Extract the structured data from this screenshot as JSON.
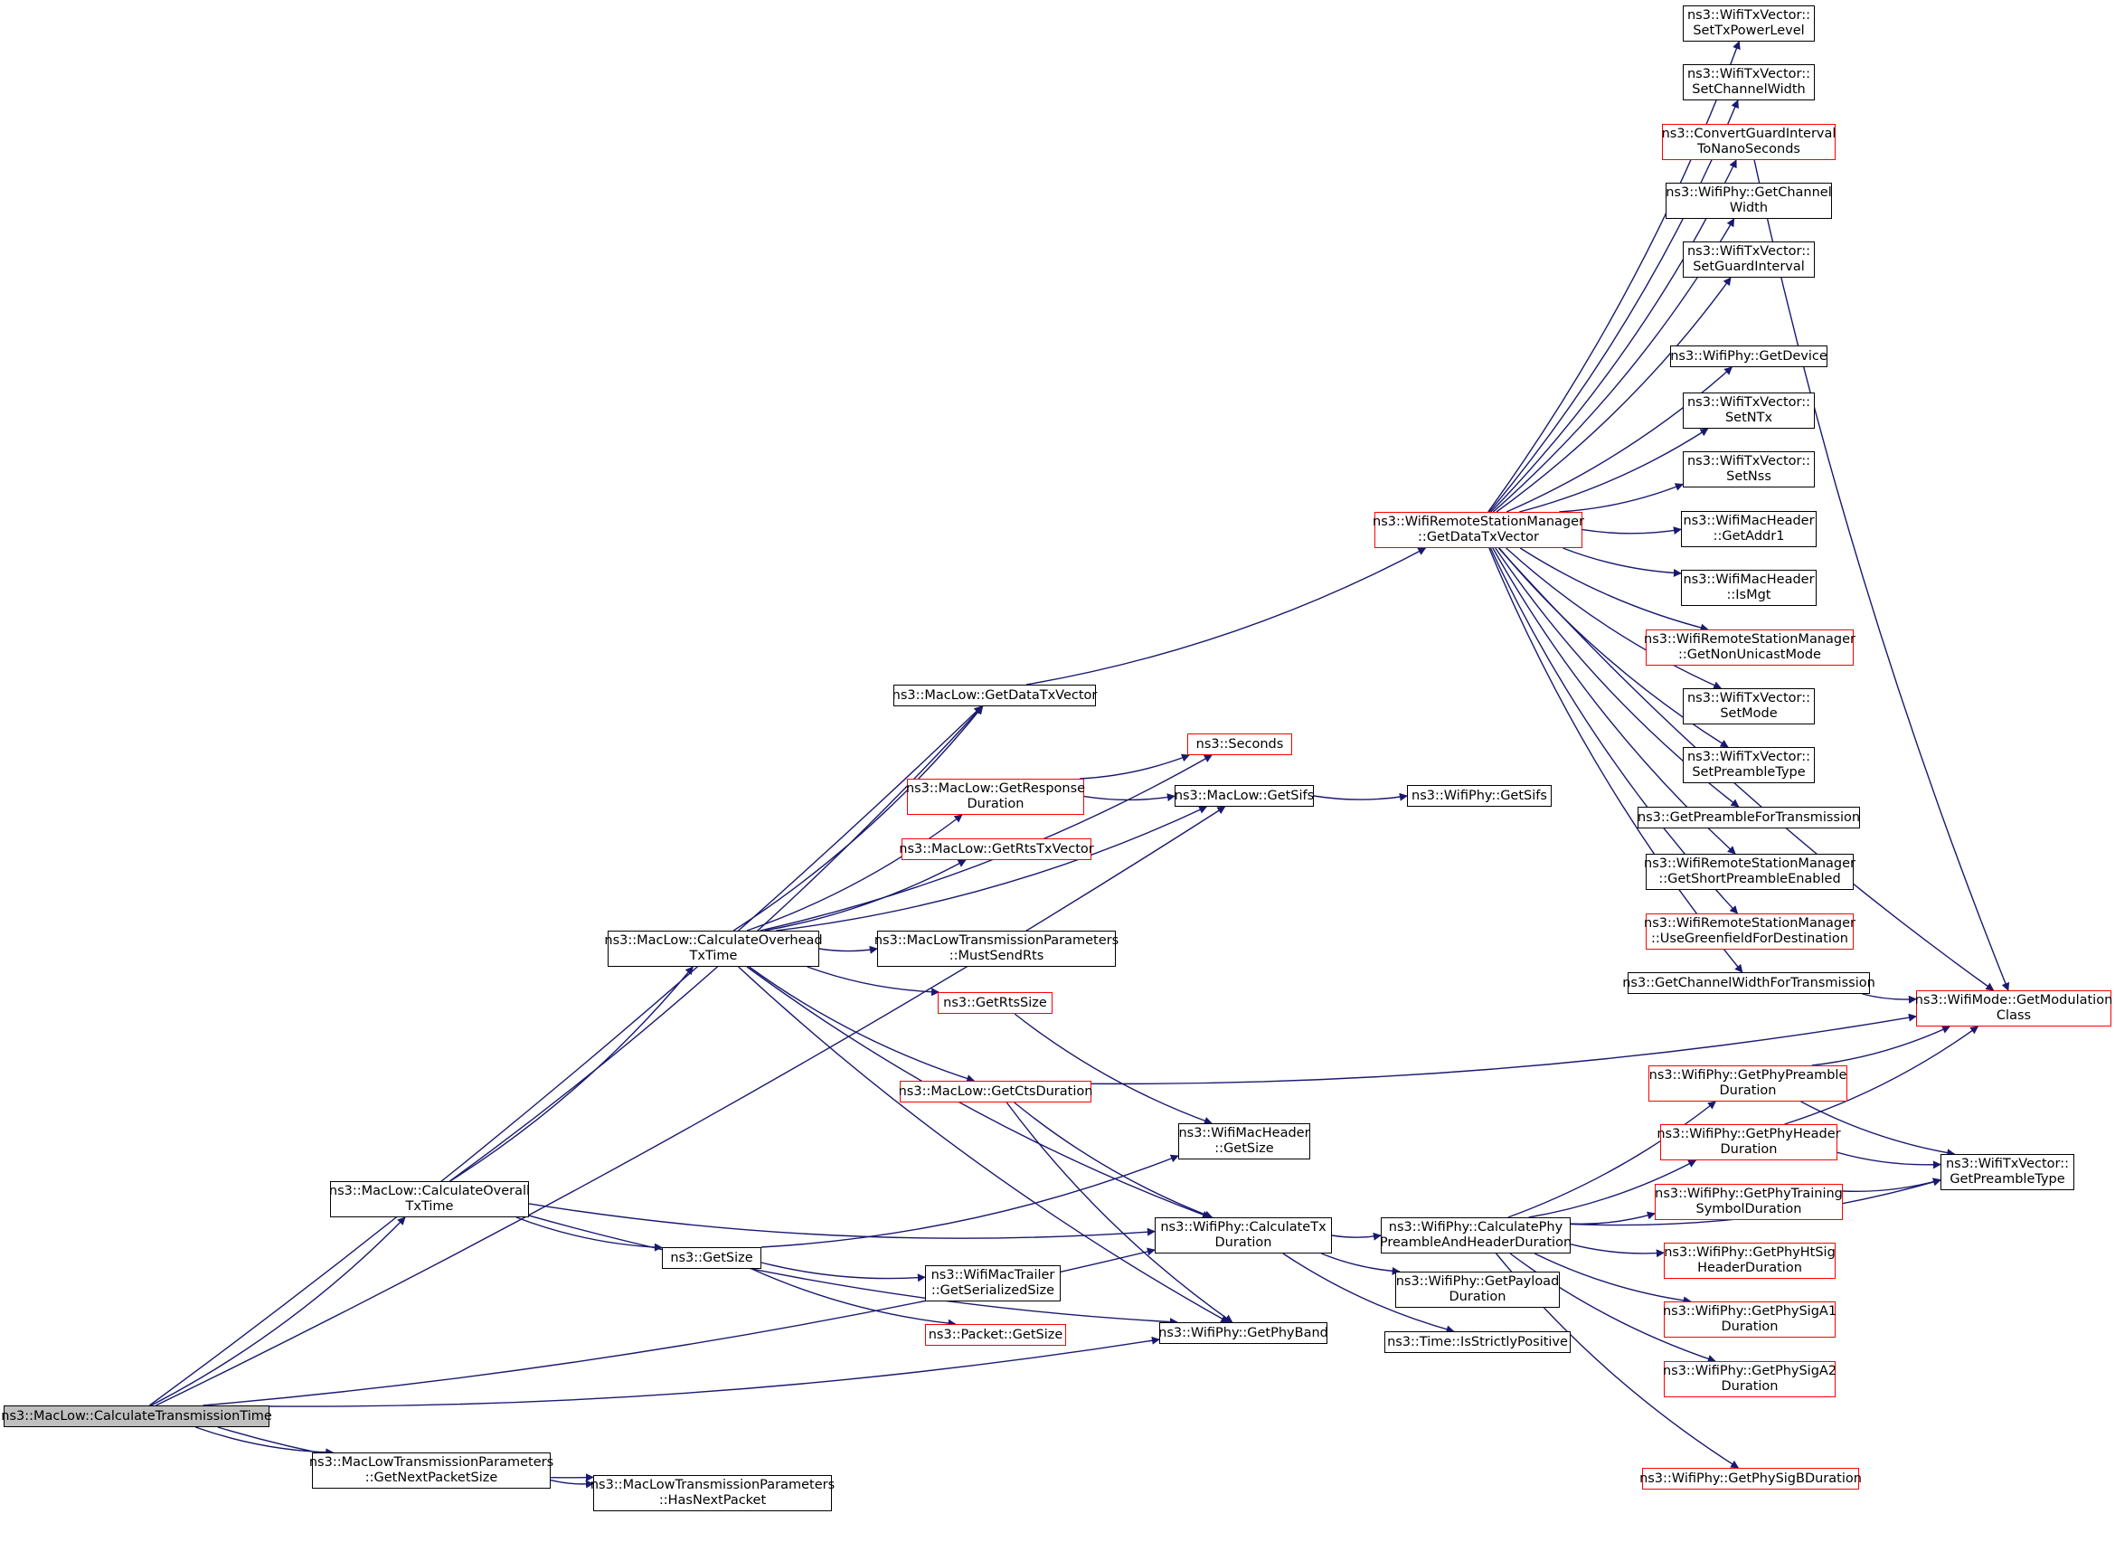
{
  "colors": {
    "edge": "#191970",
    "node_border": "#000000",
    "truncated_border": "#ff0000",
    "root_fill": "#bfbfbf"
  },
  "nodes": {
    "calc_tx_time": {
      "lines": [
        "ns3::MacLow::CalculateTransmissionTime"
      ]
    },
    "calc_overall": {
      "lines": [
        "ns3::MacLow::CalculateOverall",
        "TxTime"
      ]
    },
    "get_next_pkt": {
      "lines": [
        "ns3::MacLowTransmissionParameters",
        "::GetNextPacketSize"
      ]
    },
    "has_next_pkt": {
      "lines": [
        "ns3::MacLowTransmissionParameters",
        "::HasNextPacket"
      ]
    },
    "calc_overhead": {
      "lines": [
        "ns3::MacLow::CalculateOverhead",
        "TxTime"
      ]
    },
    "get_size": {
      "lines": [
        "ns3::GetSize"
      ]
    },
    "get_data_txv": {
      "lines": [
        "ns3::MacLow::GetDataTxVector"
      ]
    },
    "seconds": {
      "lines": [
        "ns3::Seconds"
      ]
    },
    "get_response_dur": {
      "lines": [
        "ns3::MacLow::GetResponse",
        "Duration"
      ]
    },
    "get_rts_txv": {
      "lines": [
        "ns3::MacLow::GetRtsTxVector"
      ]
    },
    "must_send_rts": {
      "lines": [
        "ns3::MacLowTransmissionParameters",
        "::MustSendRts"
      ]
    },
    "get_rts_size": {
      "lines": [
        "ns3::GetRtsSize"
      ]
    },
    "get_cts_dur": {
      "lines": [
        "ns3::MacLow::GetCtsDuration"
      ]
    },
    "mac_get_sifs": {
      "lines": [
        "ns3::MacLow::GetSifs"
      ]
    },
    "hdr_get_size": {
      "lines": [
        "ns3::WifiMacHeader",
        "::GetSize"
      ]
    },
    "calc_tx_dur": {
      "lines": [
        "ns3::WifiPhy::CalculateTx",
        "Duration"
      ]
    },
    "get_phy_band": {
      "lines": [
        "ns3::WifiPhy::GetPhyBand"
      ]
    },
    "trailer_size": {
      "lines": [
        "ns3::WifiMacTrailer",
        "::GetSerializedSize"
      ]
    },
    "packet_get_size": {
      "lines": [
        "ns3::Packet::GetSize"
      ]
    },
    "phy_get_sifs": {
      "lines": [
        "ns3::WifiPhy::GetSifs"
      ]
    },
    "rsm_get_data_txv": {
      "lines": [
        "ns3::WifiRemoteStationManager",
        "::GetDataTxVector"
      ]
    },
    "calc_phy_preamble": {
      "lines": [
        "ns3::WifiPhy::CalculatePhy",
        "PreambleAndHeaderDuration"
      ]
    },
    "get_payload_dur": {
      "lines": [
        "ns3::WifiPhy::GetPayload",
        "Duration"
      ]
    },
    "is_strictly_pos": {
      "lines": [
        "ns3::Time::IsStrictlyPositive"
      ]
    },
    "set_tx_power": {
      "lines": [
        "ns3::WifiTxVector::",
        "SetTxPowerLevel"
      ]
    },
    "set_channel_width": {
      "lines": [
        "ns3::WifiTxVector::",
        "SetChannelWidth"
      ]
    },
    "convert_gi": {
      "lines": [
        "ns3::ConvertGuardInterval",
        "ToNanoSeconds"
      ]
    },
    "get_channel_width": {
      "lines": [
        "ns3::WifiPhy::GetChannel",
        "Width"
      ]
    },
    "set_guard_interval": {
      "lines": [
        "ns3::WifiTxVector::",
        "SetGuardInterval"
      ]
    },
    "get_device": {
      "lines": [
        "ns3::WifiPhy::GetDevice"
      ]
    },
    "set_ntx": {
      "lines": [
        "ns3::WifiTxVector::",
        "SetNTx"
      ]
    },
    "set_nss": {
      "lines": [
        "ns3::WifiTxVector::",
        "SetNss"
      ]
    },
    "get_addr1": {
      "lines": [
        "ns3::WifiMacHeader",
        "::GetAddr1"
      ]
    },
    "is_mgt": {
      "lines": [
        "ns3::WifiMacHeader",
        "::IsMgt"
      ]
    },
    "get_nonunicast": {
      "lines": [
        "ns3::WifiRemoteStationManager",
        "::GetNonUnicastMode"
      ]
    },
    "set_mode": {
      "lines": [
        "ns3::WifiTxVector::",
        "SetMode"
      ]
    },
    "set_preamble_type": {
      "lines": [
        "ns3::WifiTxVector::",
        "SetPreambleType"
      ]
    },
    "get_preamble_for_tx": {
      "lines": [
        "ns3::GetPreambleForTransmission"
      ]
    },
    "get_short_preamble": {
      "lines": [
        "ns3::WifiRemoteStationManager",
        "::GetShortPreambleEnabled"
      ]
    },
    "use_greenfield": {
      "lines": [
        "ns3::WifiRemoteStationManager",
        "::UseGreenfieldForDestination"
      ]
    },
    "get_cw_for_tx": {
      "lines": [
        "ns3::GetChannelWidthForTransmission"
      ]
    },
    "get_modulation_class": {
      "lines": [
        "ns3::WifiMode::GetModulation",
        "Class"
      ]
    },
    "get_phy_preamble_dur": {
      "lines": [
        "ns3::WifiPhy::GetPhyPreamble",
        "Duration"
      ]
    },
    "get_phy_header_dur": {
      "lines": [
        "ns3::WifiPhy::GetPhyHeader",
        "Duration"
      ]
    },
    "get_phy_training": {
      "lines": [
        "ns3::WifiPhy::GetPhyTraining",
        "SymbolDuration"
      ]
    },
    "get_phy_htsig": {
      "lines": [
        "ns3::WifiPhy::GetPhyHtSig",
        "HeaderDuration"
      ]
    },
    "get_phy_siga1": {
      "lines": [
        "ns3::WifiPhy::GetPhySigA1",
        "Duration"
      ]
    },
    "get_phy_siga2": {
      "lines": [
        "ns3::WifiPhy::GetPhySigA2",
        "Duration"
      ]
    },
    "get_phy_sigb": {
      "lines": [
        "ns3::WifiPhy::GetPhySigBDuration"
      ]
    },
    "get_preamble_type": {
      "lines": [
        "ns3::WifiTxVector::",
        "GetPreambleType"
      ]
    }
  },
  "edges": [
    [
      "calc_tx_time",
      "calc_overall"
    ],
    [
      "calc_tx_time",
      "get_next_pkt"
    ],
    [
      "calc_tx_time",
      "has_next_pkt"
    ],
    [
      "calc_tx_time",
      "get_data_txv"
    ],
    [
      "calc_tx_time",
      "mac_get_sifs"
    ],
    [
      "calc_tx_time",
      "calc_tx_dur"
    ],
    [
      "calc_tx_time",
      "get_phy_band"
    ],
    [
      "get_next_pkt",
      "has_next_pkt"
    ],
    [
      "calc_overall",
      "calc_overhead"
    ],
    [
      "calc_overall",
      "get_data_txv"
    ],
    [
      "calc_overall",
      "get_size"
    ],
    [
      "calc_overall",
      "calc_tx_dur"
    ],
    [
      "calc_overall",
      "get_phy_band"
    ],
    [
      "calc_overhead",
      "get_data_txv"
    ],
    [
      "calc_overhead",
      "seconds"
    ],
    [
      "calc_overhead",
      "get_response_dur"
    ],
    [
      "calc_overhead",
      "get_rts_txv"
    ],
    [
      "calc_overhead",
      "mac_get_sifs"
    ],
    [
      "calc_overhead",
      "must_send_rts"
    ],
    [
      "calc_overhead",
      "get_rts_size"
    ],
    [
      "calc_overhead",
      "get_cts_dur"
    ],
    [
      "calc_overhead",
      "calc_tx_dur"
    ],
    [
      "calc_overhead",
      "get_phy_band"
    ],
    [
      "get_size",
      "hdr_get_size"
    ],
    [
      "get_size",
      "trailer_size"
    ],
    [
      "get_size",
      "packet_get_size"
    ],
    [
      "get_data_txv",
      "rsm_get_data_txv"
    ],
    [
      "get_response_dur",
      "seconds"
    ],
    [
      "get_response_dur",
      "mac_get_sifs"
    ],
    [
      "get_rts_size",
      "hdr_get_size"
    ],
    [
      "get_cts_dur",
      "get_modulation_class"
    ],
    [
      "get_cts_dur",
      "calc_tx_dur"
    ],
    [
      "get_cts_dur",
      "get_phy_band"
    ],
    [
      "mac_get_sifs",
      "phy_get_sifs"
    ],
    [
      "calc_tx_dur",
      "calc_phy_preamble"
    ],
    [
      "calc_tx_dur",
      "get_payload_dur"
    ],
    [
      "calc_tx_dur",
      "is_strictly_pos"
    ],
    [
      "rsm_get_data_txv",
      "set_tx_power"
    ],
    [
      "rsm_get_data_txv",
      "set_channel_width"
    ],
    [
      "rsm_get_data_txv",
      "convert_gi"
    ],
    [
      "rsm_get_data_txv",
      "get_channel_width"
    ],
    [
      "rsm_get_data_txv",
      "set_guard_interval"
    ],
    [
      "rsm_get_data_txv",
      "get_modulation_class"
    ],
    [
      "rsm_get_data_txv",
      "get_device"
    ],
    [
      "rsm_get_data_txv",
      "set_ntx"
    ],
    [
      "rsm_get_data_txv",
      "set_nss"
    ],
    [
      "rsm_get_data_txv",
      "get_addr1"
    ],
    [
      "rsm_get_data_txv",
      "is_mgt"
    ],
    [
      "rsm_get_data_txv",
      "get_nonunicast"
    ],
    [
      "rsm_get_data_txv",
      "set_mode"
    ],
    [
      "rsm_get_data_txv",
      "set_preamble_type"
    ],
    [
      "rsm_get_data_txv",
      "get_preamble_for_tx"
    ],
    [
      "rsm_get_data_txv",
      "get_short_preamble"
    ],
    [
      "rsm_get_data_txv",
      "use_greenfield"
    ],
    [
      "rsm_get_data_txv",
      "get_cw_for_tx"
    ],
    [
      "convert_gi",
      "get_modulation_class"
    ],
    [
      "get_cw_for_tx",
      "get_modulation_class"
    ],
    [
      "calc_phy_preamble",
      "get_phy_preamble_dur"
    ],
    [
      "calc_phy_preamble",
      "get_phy_header_dur"
    ],
    [
      "calc_phy_preamble",
      "get_phy_training"
    ],
    [
      "calc_phy_preamble",
      "get_phy_htsig"
    ],
    [
      "calc_phy_preamble",
      "get_phy_siga1"
    ],
    [
      "calc_phy_preamble",
      "get_phy_siga2"
    ],
    [
      "calc_phy_preamble",
      "get_phy_sigb"
    ],
    [
      "calc_phy_preamble",
      "get_preamble_type"
    ],
    [
      "get_phy_preamble_dur",
      "get_modulation_class"
    ],
    [
      "get_phy_preamble_dur",
      "get_preamble_type"
    ],
    [
      "get_phy_header_dur",
      "get_modulation_class"
    ],
    [
      "get_phy_header_dur",
      "get_preamble_type"
    ],
    [
      "get_phy_training",
      "get_preamble_type"
    ]
  ]
}
